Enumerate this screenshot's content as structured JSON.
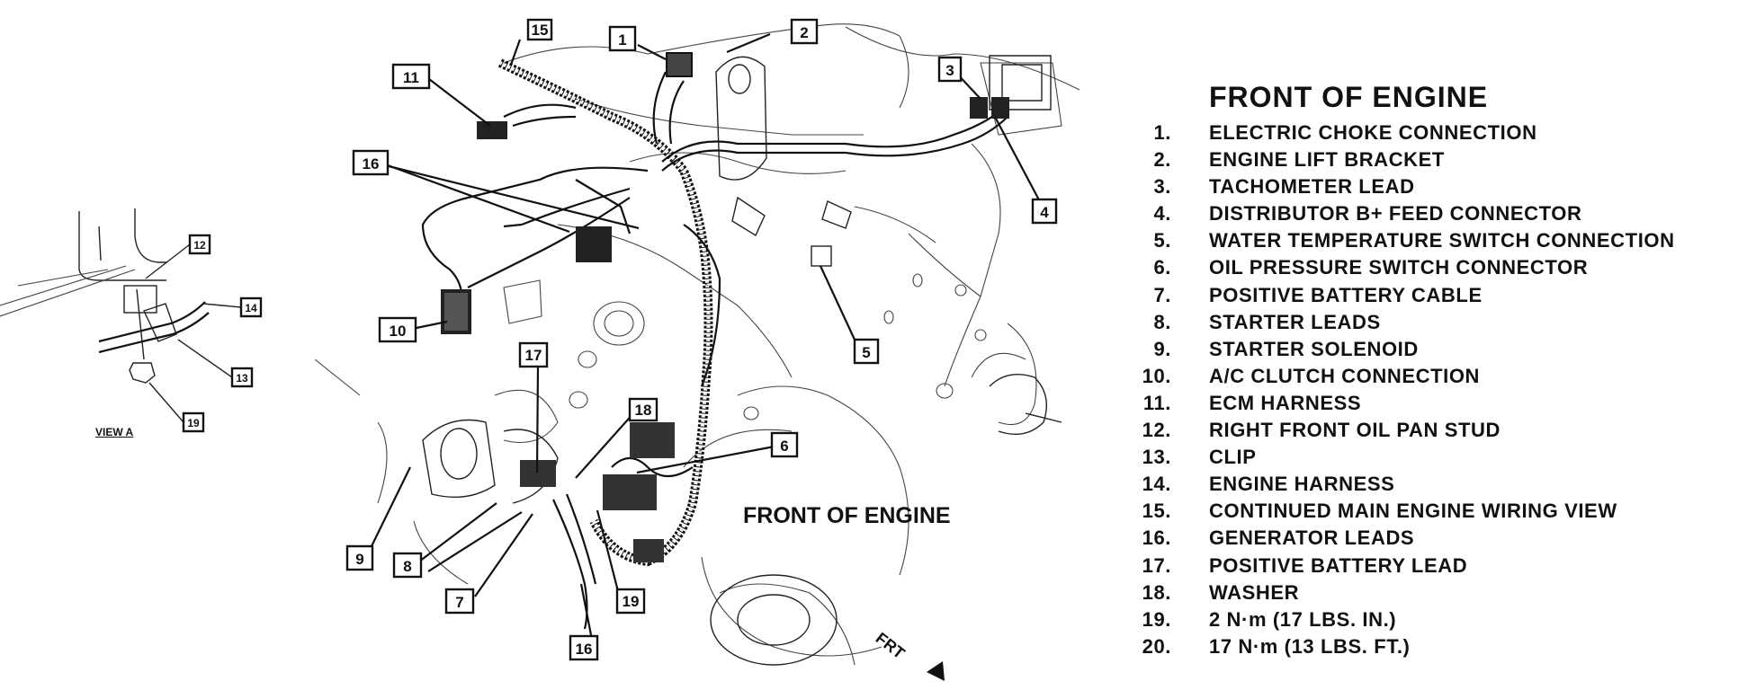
{
  "legend": {
    "title": "FRONT OF ENGINE",
    "items": [
      {
        "num": "1.",
        "text": "ELECTRIC CHOKE CONNECTION"
      },
      {
        "num": "2.",
        "text": "ENGINE LIFT BRACKET"
      },
      {
        "num": "3.",
        "text": "TACHOMETER LEAD"
      },
      {
        "num": "4.",
        "text": "DISTRIBUTOR B+ FEED CONNECTOR"
      },
      {
        "num": "5.",
        "text": "WATER TEMPERATURE SWITCH CONNECTION"
      },
      {
        "num": "6.",
        "text": "OIL PRESSURE SWITCH CONNECTOR"
      },
      {
        "num": "7.",
        "text": "POSITIVE BATTERY CABLE"
      },
      {
        "num": "8.",
        "text": "STARTER LEADS"
      },
      {
        "num": "9.",
        "text": "STARTER SOLENOID"
      },
      {
        "num": "10.",
        "text": "A/C CLUTCH CONNECTION"
      },
      {
        "num": "11.",
        "text": "ECM HARNESS"
      },
      {
        "num": "12.",
        "text": "RIGHT FRONT OIL PAN STUD"
      },
      {
        "num": "13.",
        "text": "CLIP"
      },
      {
        "num": "14.",
        "text": "ENGINE HARNESS"
      },
      {
        "num": "15.",
        "text": "CONTINUED MAIN ENGINE WIRING VIEW"
      },
      {
        "num": "16.",
        "text": "GENERATOR LEADS"
      },
      {
        "num": "17.",
        "text": "POSITIVE BATTERY LEAD"
      },
      {
        "num": "18.",
        "text": "WASHER"
      },
      {
        "num": "19.",
        "text": "2 N·m (17 LBS. IN.)"
      },
      {
        "num": "20.",
        "text": "17 N·m (13 LBS. FT.)"
      }
    ]
  },
  "labels": {
    "view_a": "VIEW A",
    "front_of_engine": "FRONT OF ENGINE",
    "frt": "FRT"
  },
  "callouts": {
    "c1": "1",
    "c2": "2",
    "c3": "3",
    "c4": "4",
    "c5": "5",
    "c6": "6",
    "c7": "7",
    "c8": "8",
    "c9": "9",
    "c10": "10",
    "c11": "11",
    "c12": "12",
    "c13": "13",
    "c14": "14",
    "c15": "15",
    "c16a": "16",
    "c16b": "16",
    "c17": "17",
    "c18": "18",
    "c19a": "19",
    "c19b": "19"
  }
}
